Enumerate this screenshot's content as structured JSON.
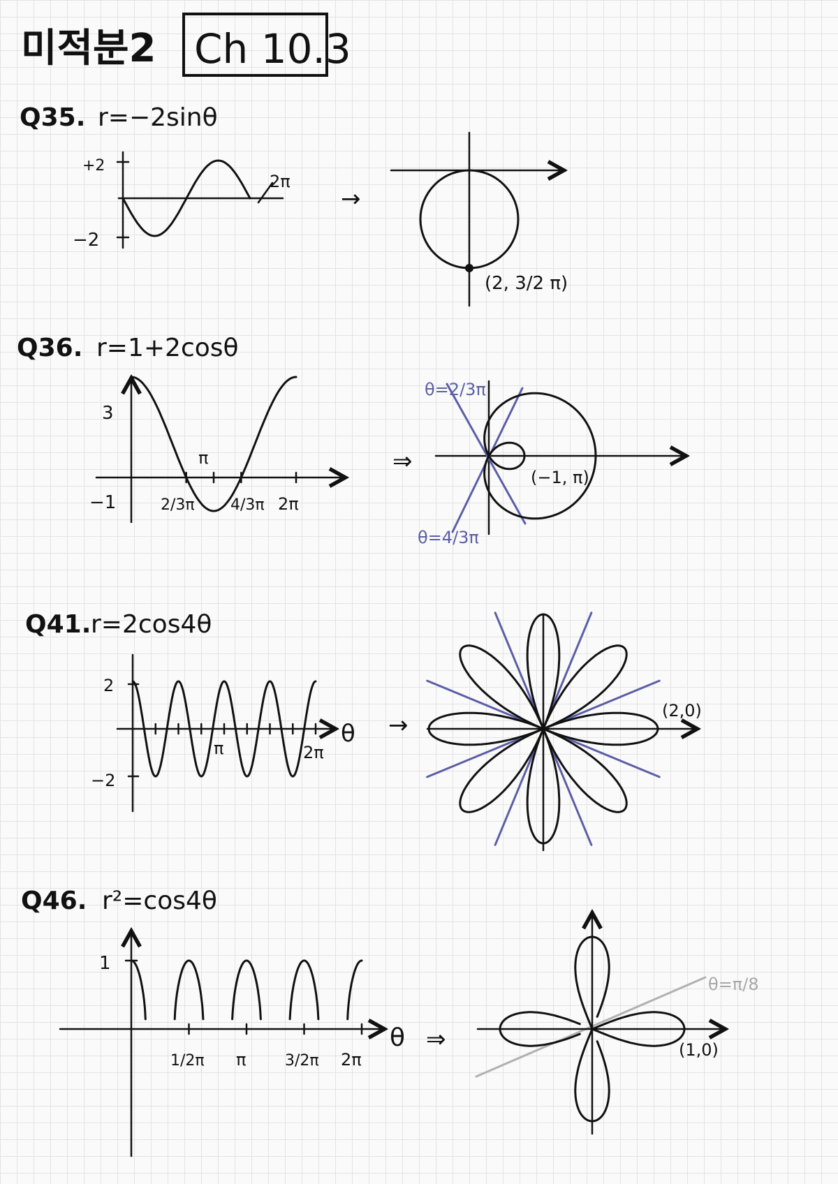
{
  "header": {
    "course": "미적분2",
    "chapter": "Ch 10.3"
  },
  "problems": [
    {
      "id": "q35",
      "number": "Q35.",
      "equation": "r=−2sinθ",
      "graph": {
        "y_max_label": "+2",
        "y_min_label": "−2",
        "x_end_label": "2π"
      },
      "polar": {
        "point_label": "(2, 3/2 π)"
      }
    },
    {
      "id": "q36",
      "number": "Q36.",
      "equation": "r=1+2cosθ",
      "graph": {
        "y_max_label": "3",
        "y_min_label": "−1",
        "x_labels": [
          "2/3π",
          "π",
          "4/3π",
          "2π"
        ]
      },
      "polar": {
        "line_label_top": "θ=2/3π",
        "line_label_bottom": "θ=4/3π",
        "point_label": "(−1, π)"
      }
    },
    {
      "id": "q41",
      "number": "Q41.",
      "equation": "r=2cos4θ",
      "graph": {
        "y_max_label": "2",
        "y_min_label": "−2",
        "x_labels": [
          "π",
          "2π"
        ],
        "axis_label": "θ"
      },
      "polar": {
        "point_label": "(2,0)"
      }
    },
    {
      "id": "q46",
      "number": "Q46.",
      "equation": "r²=cos4θ",
      "graph": {
        "y_max_label": "1",
        "x_labels": [
          "1/2π",
          "π",
          "3/2π",
          "2π"
        ],
        "axis_label": "θ"
      },
      "polar": {
        "line_label": "θ=π/8",
        "point_label": "(1,0)"
      }
    }
  ],
  "arrows": {
    "single": "→",
    "double": "⇒"
  },
  "colors": {
    "ink": "#111111",
    "blue": "#5b5ea6",
    "grey": "#a8a8a8",
    "grid": "#e3e3e3"
  }
}
